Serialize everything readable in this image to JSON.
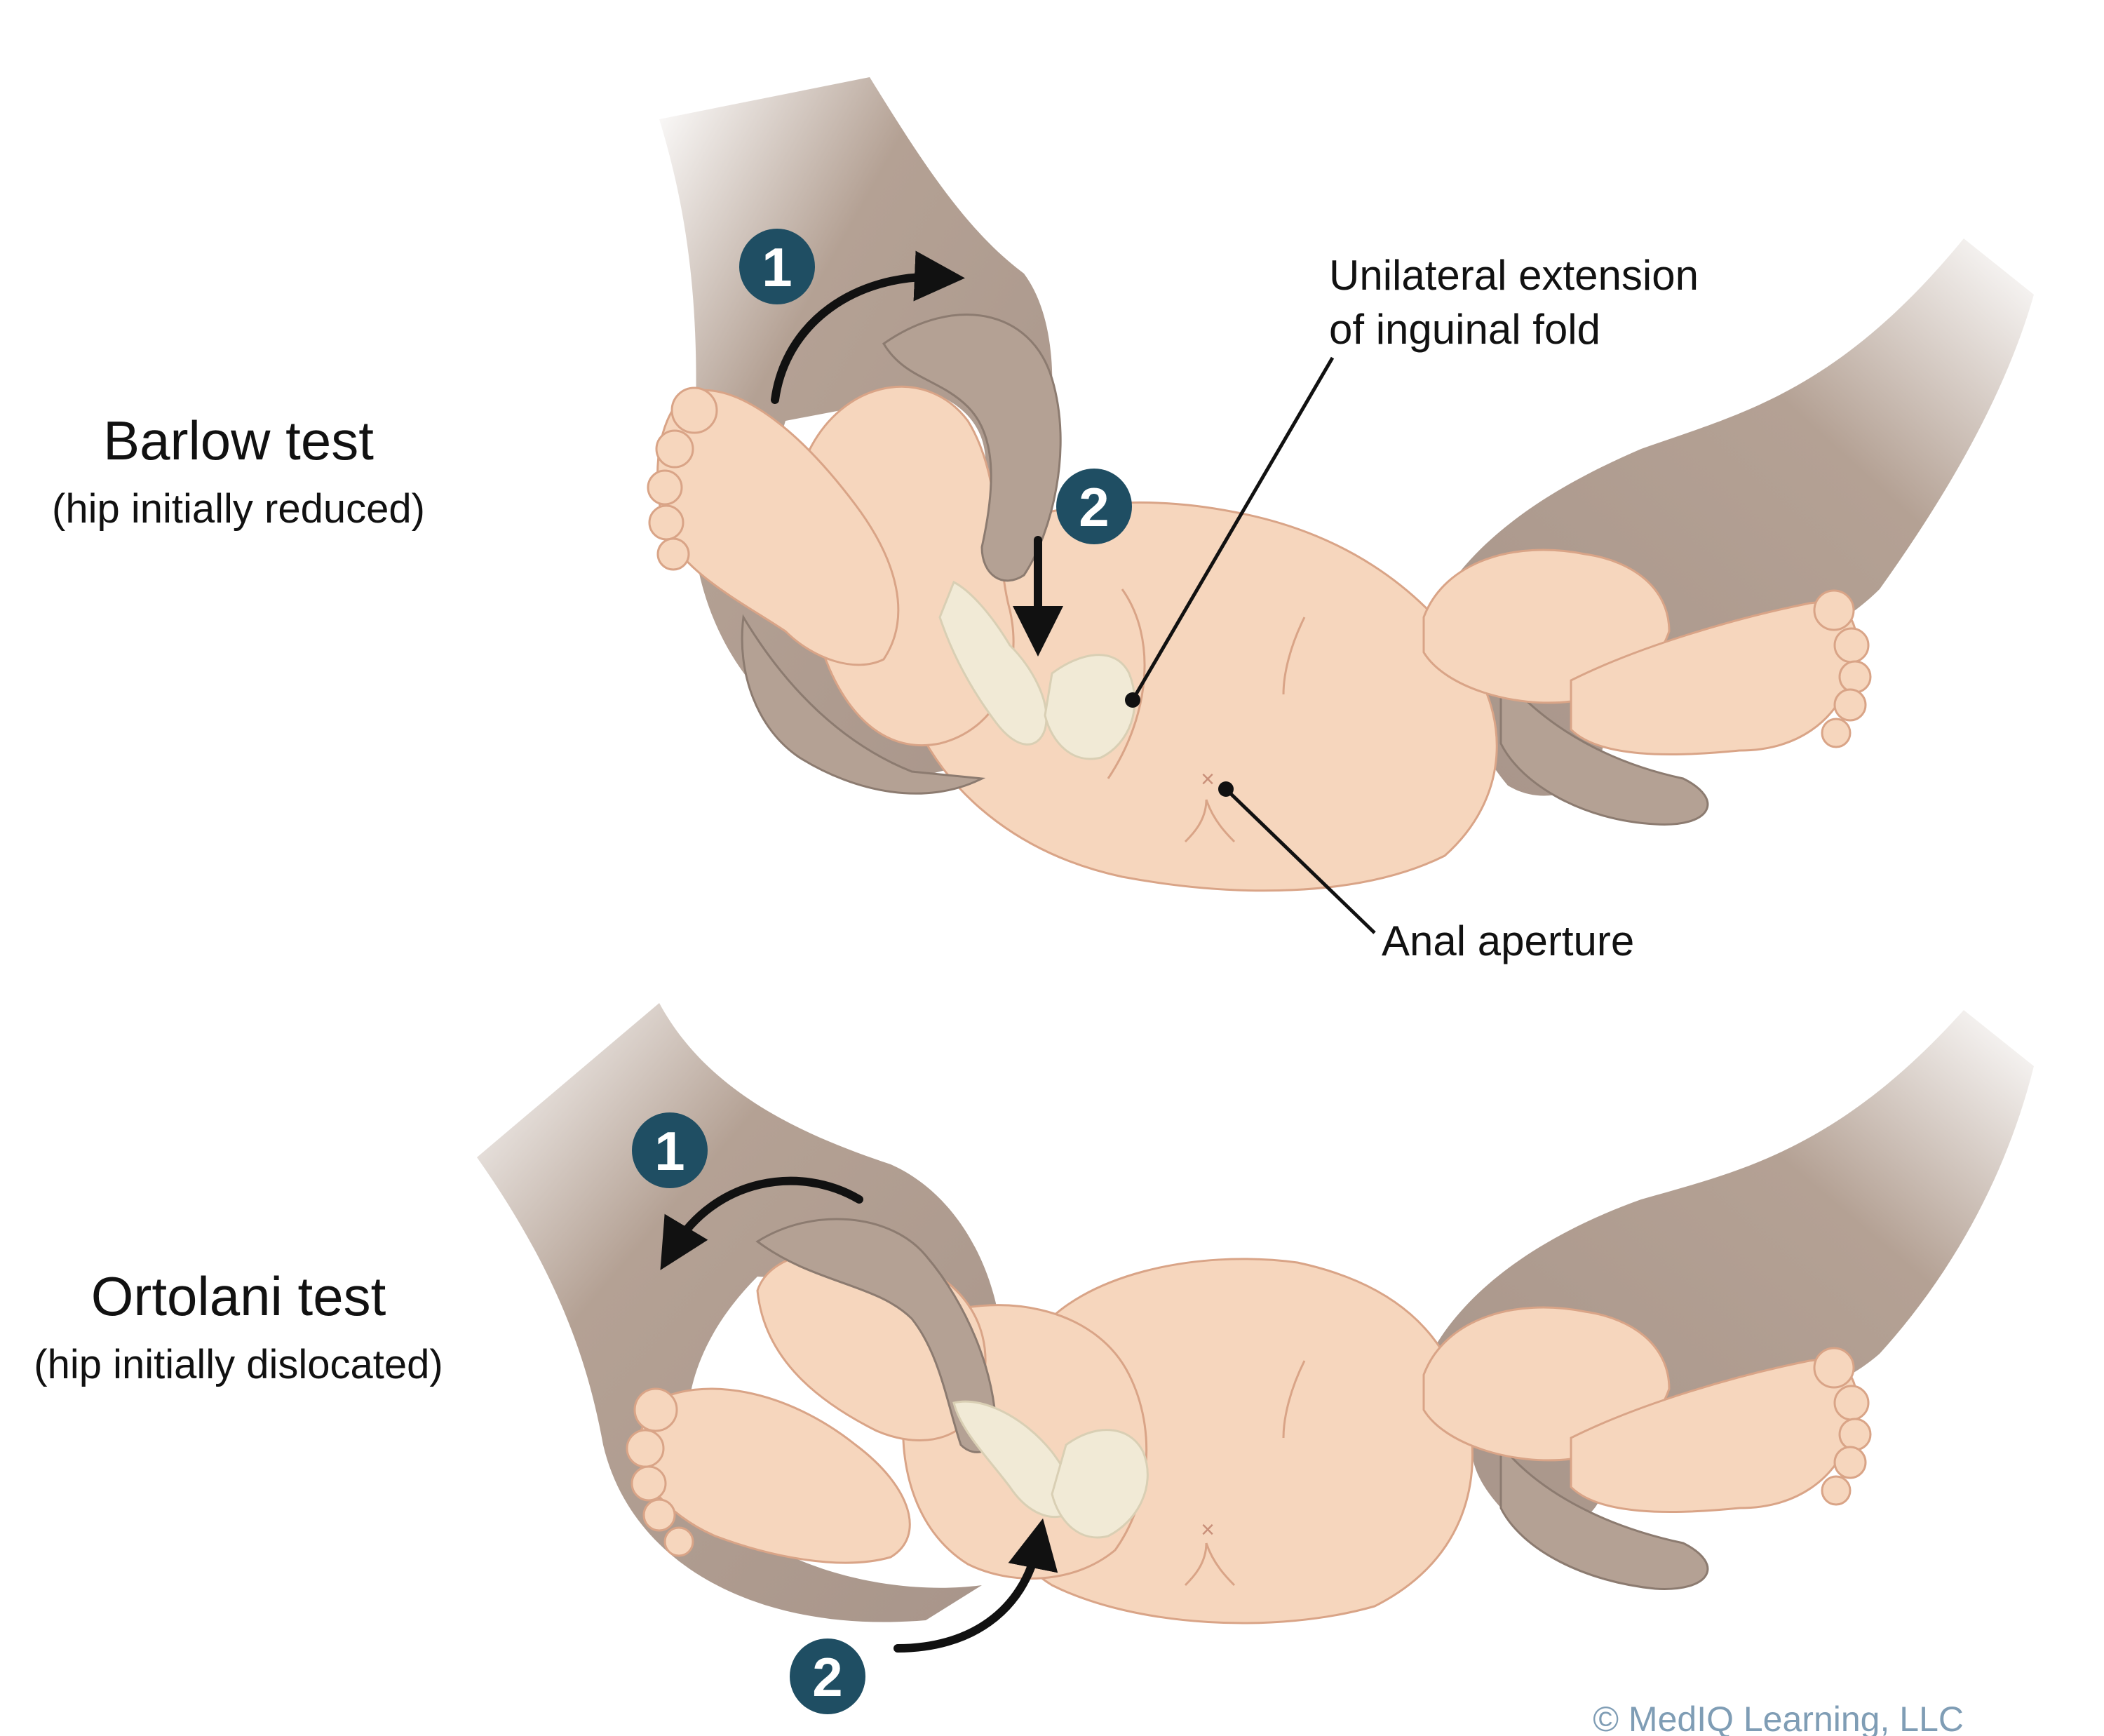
{
  "barlow": {
    "title": "Barlow test",
    "subtitle": "(hip initially reduced)",
    "step1": "1",
    "step2": "2"
  },
  "ortolani": {
    "title": "Ortolani test",
    "subtitle": "(hip initially dislocated)",
    "step1": "1",
    "step2": "2"
  },
  "callouts": {
    "inguinal_line1": "Unilateral extension",
    "inguinal_line2": "of inguinal fold",
    "anal": "Anal aperture"
  },
  "copyright": "© MedIQ Learning, LLC",
  "colors": {
    "badge": "#1f4e63",
    "skin": "#f6d6bd",
    "hand": "#b4a194",
    "bone": "#f1ead6"
  }
}
